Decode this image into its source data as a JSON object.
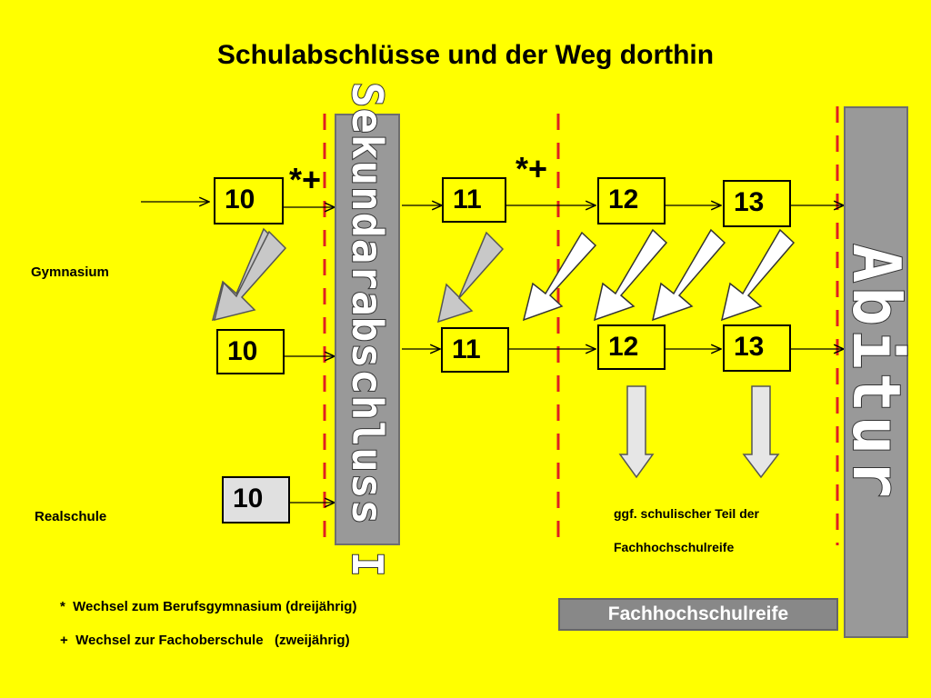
{
  "title": "Schulabschlüsse und der Weg dorthin",
  "labels": {
    "gymnasium": "Gymnasium",
    "realschule": "Realschule",
    "sekundarabschluss": "Sekundarabschluss I",
    "abitur": "Abitur",
    "fachhochschulreife": "Fachhochschulreife",
    "fhr_note_line1": "ggf. schulischer Teil der",
    "fhr_note_line2": "Fachhochschulreife"
  },
  "grades": {
    "top": [
      "10",
      "11",
      "12",
      "13"
    ],
    "middle": [
      "10",
      "11",
      "12",
      "13"
    ],
    "realschule": "10"
  },
  "switch_marks": {
    "after_10": "*+",
    "after_11": "*+"
  },
  "legend": {
    "star": "*  Wechsel zum Berufsgymnasium (dreijährig)",
    "plus": "+  Wechsel zur Fachoberschule   (zweijährig)"
  },
  "colors": {
    "background": "#FFFF00",
    "dashed_line": "#E02020",
    "bar_fill": "#999999",
    "arrow_fill": "#C8C8C8",
    "arrow_light": "#E6E6E6"
  }
}
